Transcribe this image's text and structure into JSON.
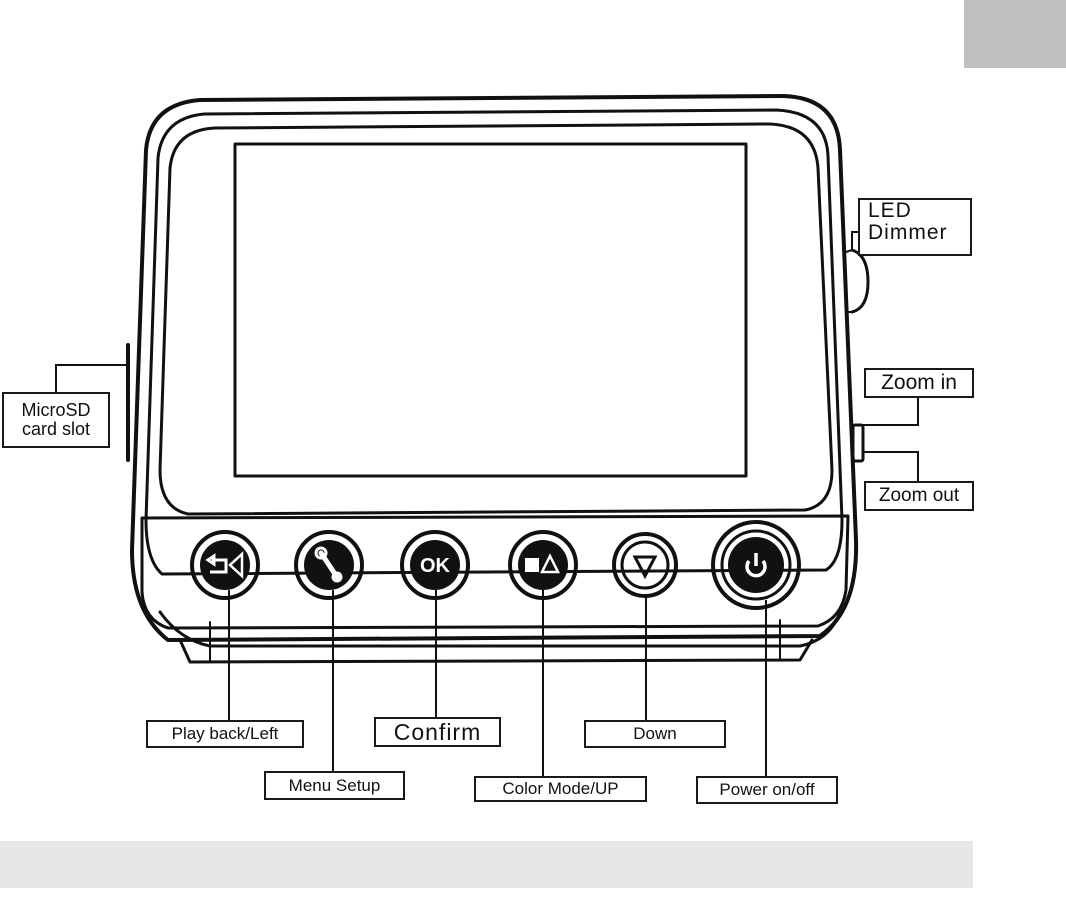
{
  "labels": {
    "led_dimmer_1": "LED",
    "led_dimmer_2": "Dimmer",
    "microsd_1": "MicroSD",
    "microsd_2": "card slot",
    "zoom_in": "Zoom in",
    "zoom_out": "Zoom out",
    "play_back_left": "Play back/Left",
    "menu_setup": "Menu Setup",
    "confirm": "Confirm",
    "color_mode_up": "Color Mode/UP",
    "down": "Down",
    "power": "Power on/off"
  },
  "buttons": [
    {
      "icon": "playback-left-icon"
    },
    {
      "icon": "wrench-icon"
    },
    {
      "icon": "ok-icon",
      "glyph": "OK"
    },
    {
      "icon": "color-mode-up-icon"
    },
    {
      "icon": "down-triangle-icon"
    },
    {
      "icon": "power-icon"
    }
  ],
  "colors": {
    "line": "#111111",
    "tab": "#c0c0c0",
    "footer": "#e7e7e7"
  }
}
